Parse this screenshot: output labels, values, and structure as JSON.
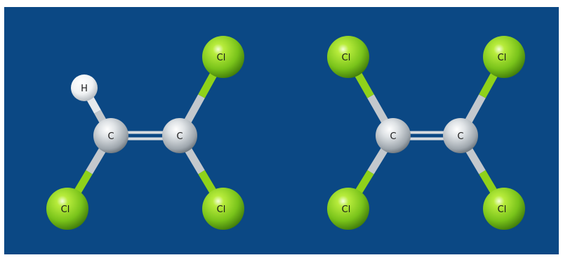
{
  "colors": {
    "background": "#0b4884",
    "chlorine": "#8fd21a",
    "carbon": "#c9ced3",
    "hydrogen": "#ffffff",
    "label": "#1a1a1a"
  },
  "molecules": [
    {
      "atoms": [
        {
          "element": "H",
          "label": "H"
        },
        {
          "element": "C",
          "label": "C"
        },
        {
          "element": "C",
          "label": "C"
        },
        {
          "element": "Cl",
          "label": "Cl"
        },
        {
          "element": "Cl",
          "label": "Cl"
        },
        {
          "element": "Cl",
          "label": "Cl"
        }
      ],
      "bonds": [
        [
          1,
          2,
          2
        ],
        [
          1,
          0,
          1
        ],
        [
          1,
          3,
          1
        ],
        [
          2,
          4,
          1
        ],
        [
          2,
          5,
          1
        ]
      ]
    },
    {
      "atoms": [
        {
          "element": "C",
          "label": "C"
        },
        {
          "element": "C",
          "label": "C"
        },
        {
          "element": "Cl",
          "label": "Cl"
        },
        {
          "element": "Cl",
          "label": "Cl"
        },
        {
          "element": "Cl",
          "label": "Cl"
        },
        {
          "element": "Cl",
          "label": "Cl"
        }
      ],
      "bonds": [
        [
          0,
          1,
          2
        ],
        [
          0,
          2,
          1
        ],
        [
          0,
          3,
          1
        ],
        [
          1,
          4,
          1
        ],
        [
          1,
          5,
          1
        ]
      ]
    }
  ]
}
